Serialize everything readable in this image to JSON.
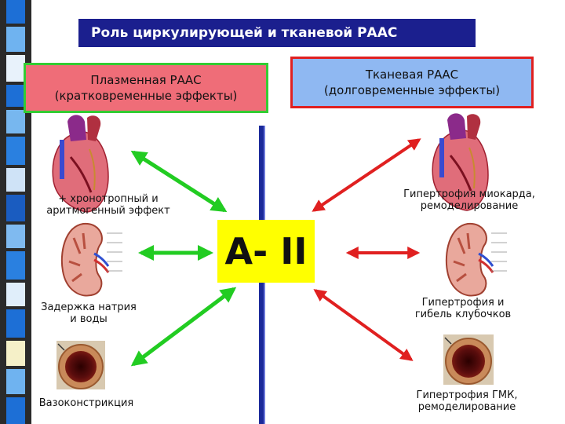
{
  "title": "Роль циркулирующей и тканевой  РААС",
  "left_header": {
    "line1": "Плазменная РААС",
    "line2": "(кратковременные эффекты)"
  },
  "right_header": {
    "line1": "Тканевая РААС",
    "line2": "(долговременные эффекты)"
  },
  "center_label": "A- II",
  "left_effects": [
    {
      "line1": "+ хронотропный и",
      "line2": "аритмогенный эффект"
    },
    {
      "line1": "Задержка натрия",
      "line2": "и  воды"
    },
    {
      "line1": "Вазоконстрикция",
      "line2": ""
    }
  ],
  "right_effects": [
    {
      "line1": "Гипертрофия миокарда,",
      "line2": "ремоделирование"
    },
    {
      "line1": "Гипертрофия и",
      "line2": "гибель клубочков"
    },
    {
      "line1": "Гипертрофия ГМК,",
      "line2": "ремоделирование"
    }
  ],
  "icons": [
    "heart-icon",
    "kidney-icon",
    "artery-cross-section-icon"
  ],
  "colors": {
    "title_bg": "#1b1f8e",
    "left_box_bg": "#ef6d78",
    "left_box_border": "#33cc33",
    "right_box_bg": "#8fb8f2",
    "right_box_border": "#e02020",
    "center_bg": "#ffff00",
    "green_arrow": "#22cc22",
    "red_arrow": "#e02020"
  }
}
